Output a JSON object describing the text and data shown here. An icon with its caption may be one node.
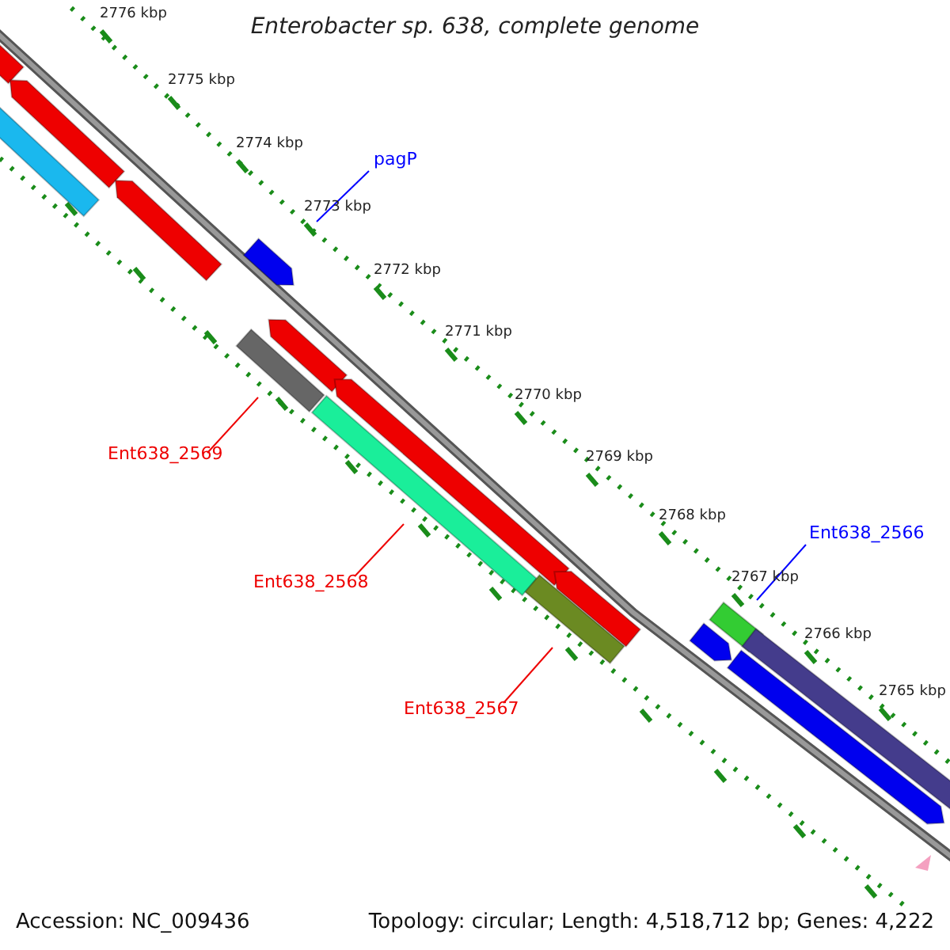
{
  "diagram": {
    "title": "Enterobacter sp. 638, complete genome",
    "nodes": [
      {
        "text": [
          "pagP"
        ]
      },
      {
        "text": [],
        "shape": "arrow"
      },
      {
        "text": [
          "Ent638_2569"
        ]
      },
      {
        "text": [],
        "shape": "bar"
      },
      {
        "text": [
          "Ent638_2568"
        ]
      },
      {
        "text": [],
        "shape": "bar"
      },
      {
        "text": [
          "Ent638_2567"
        ]
      },
      {
        "text": [],
        "shape": "bar"
      },
      {
        "text": [
          "Ent638_2566"
        ]
      },
      {
        "text": [],
        "shape": "bar"
      },
      {
        "text": [],
        "shape": "bar"
      },
      {
        "text": [],
        "shape": "arrow"
      },
      {
        "text": [],
        "shape": "bar"
      },
      {
        "text": [],
        "shape": "arrow"
      },
      {
        "text": [],
        "shape": "arrow"
      },
      {
        "text": [],
        "shape": "arrow"
      },
      {
        "text": [],
        "shape": "arrow"
      },
      {
        "text": [],
        "shape": "arrow"
      },
      {
        "text": [],
        "shape": "bar"
      },
      {
        "text": [],
        "shape": "arrow"
      }
    ],
    "edges": [
      {
        "from": 0,
        "to": 1,
        "arrow": "none",
        "color": "#0000ff"
      },
      {
        "from": 2,
        "to": 3,
        "arrow": "none"
      },
      {
        "from": 4,
        "to": 5,
        "arrow": "none"
      },
      {
        "from": 6,
        "to": 7,
        "arrow": "none"
      },
      {
        "from": 8,
        "to": 9,
        "arrow": "none",
        "color": "#0000ff"
      }
    ],
    "labels": [
      "2776 kbp",
      "2775 kbp",
      "2774 kbp",
      "2773 kbp",
      "2772 kbp",
      "2771 kbp",
      "2770 kbp",
      "2769 kbp",
      "2768 kbp",
      "2767 kbp",
      "2766 kbp",
      "2765 kbp",
      "Accession: NC_009436",
      "Topology: circular; Length: 4,518,712 bp; Genes: 4,222"
    ]
  }
}
